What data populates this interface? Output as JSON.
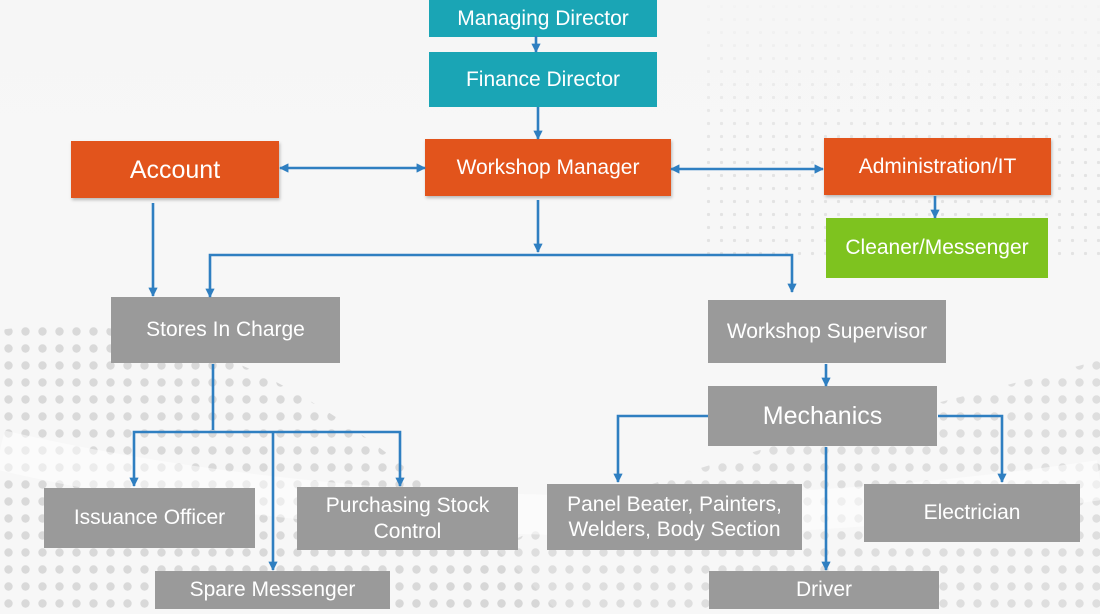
{
  "org_chart": {
    "managing_director": "Managing Director",
    "finance_director": "Finance Director",
    "account": "Account",
    "workshop_manager": "Workshop Manager",
    "administration_it": "Administration/IT",
    "cleaner_messenger": "Cleaner/Messenger",
    "stores_in_charge": "Stores In Charge",
    "workshop_supervisor": "Workshop Supervisor",
    "mechanics": "Mechanics",
    "issuance_officer": "Issuance Officer",
    "purchasing_stock_control": "Purchasing Stock Control",
    "spare_messenger": "Spare Messenger",
    "panel_beater": "Panel Beater, Painters, Welders, Body Section",
    "electrician": "Electrician",
    "driver": "Driver"
  },
  "colors": {
    "teal": "#1aa5b5",
    "orange": "#e2541c",
    "green": "#7ec31f",
    "gray": "#9a9a9a",
    "connector": "#2f7fc1"
  }
}
